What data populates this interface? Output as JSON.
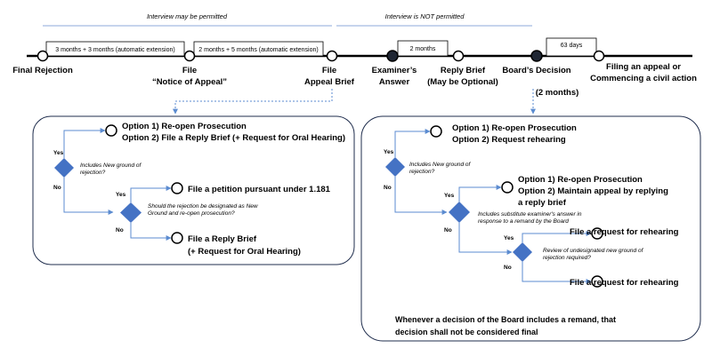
{
  "header": {
    "interview_permitted": "Interview may be permitted",
    "interview_not_permitted": "Interview is NOT permitted"
  },
  "timeline": {
    "period_1": "3 months + 3 months (automatic extension)",
    "period_2": "2 months + 5 months (automatic extension)",
    "period_3": "2 months",
    "period_4": "63 days",
    "final_rejection": "Final Rejection",
    "file_line1": "File",
    "file_line2": "“Notice of Appeal”",
    "appeal_line1": "File",
    "appeal_line2": "Appeal Brief",
    "examiner_line1": "Examiner’s",
    "examiner_line2": "Answer",
    "reply_line1": "Reply Brief",
    "reply_line2": "(May be Optional)",
    "board_decision": "Board’s Decision",
    "board_sub": "(2 months)",
    "filing_line1": "Filing an appeal or",
    "filing_line2": "Commencing a civil action"
  },
  "left_flow": {
    "top_option1": "Option 1) Re-open Prosecution",
    "top_option2": "Option 2) File a Reply Brief (+ Request for Oral Hearing)",
    "yes1": "Yes",
    "no1": "No",
    "q1_line1": "Includes New ground of",
    "q1_line2": "rejection?",
    "yes2": "Yes",
    "no2": "No",
    "q2_line1": "Should the rejection be designated as New",
    "q2_line2": "Ground and re-open prosecution?",
    "petition": "File a petition pursuant under 1.181",
    "reply_line1": "File a Reply Brief",
    "reply_line2": "(+ Request for Oral Hearing)"
  },
  "right_flow": {
    "top_option1": "Option 1) Re-open Prosecution",
    "top_option2": "Option 2) Request rehearing",
    "yes1": "Yes",
    "no1": "No",
    "q1_line1": "Includes New ground of",
    "q1_line2": "rejection?",
    "mid_option1": "Option 1) Re-open Prosecution",
    "mid_option2": "Option 2) Maintain appeal by replying",
    "mid_option3": "a reply brief",
    "yes2": "Yes",
    "no2": "No",
    "q2_line1": "Includes substitute examiner's answer in",
    "q2_line2": "response to a remand by the Board",
    "rehearing_1": "File a request for rehearing",
    "yes3": "Yes",
    "no3": "No",
    "q3_line1": "Review of undesignated new ground of",
    "q3_line2": "rejection required?",
    "rehearing_2": "File a request for rehearing",
    "note_line1": "Whenever a decision of the Board includes a remand, that",
    "note_line2": "decision shall not be considered final"
  },
  "colors": {
    "diamond": "#4472c4",
    "arrow": "#5b8bd0",
    "box_border": "#1f2d4d",
    "line": "#000000",
    "header_rule": "#8eaadb"
  }
}
